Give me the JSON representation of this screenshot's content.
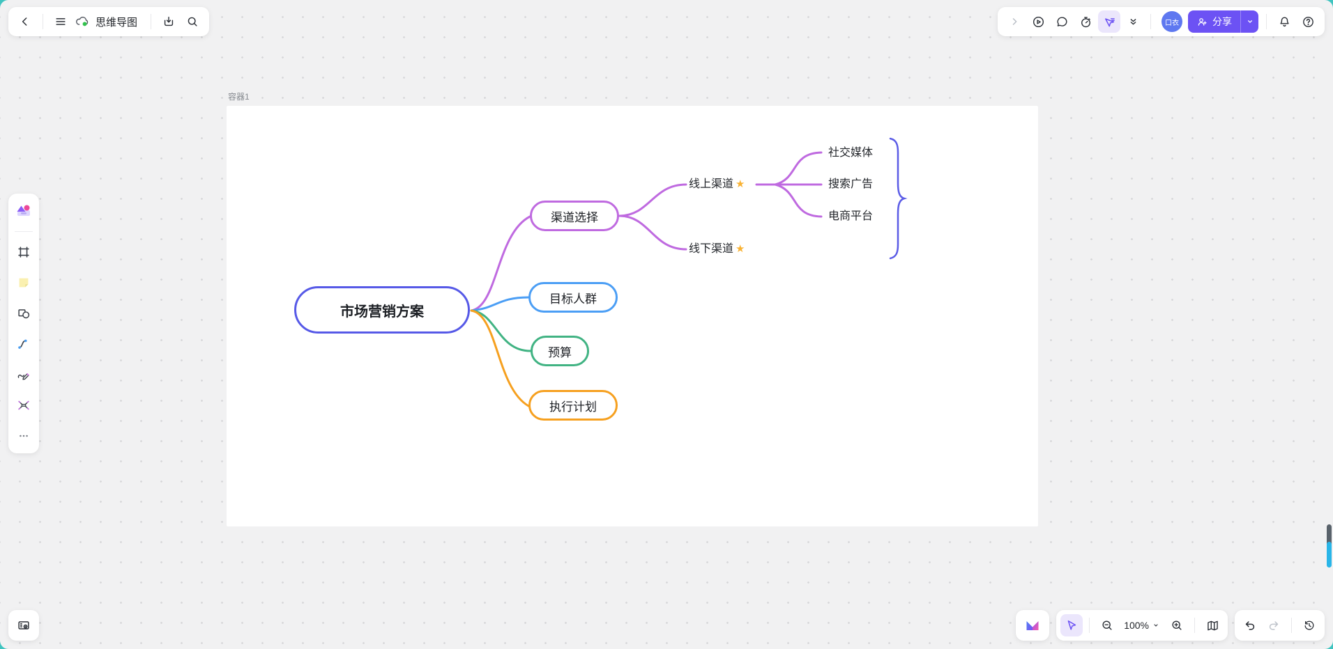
{
  "app": {
    "frame_color": "#3fc4c0",
    "surface_color": "#f1f1f2",
    "accent_color": "#6c52f4"
  },
  "top_left_toolbar": {
    "title": "思维导图",
    "icons": [
      "chevron-left",
      "hamburger-menu",
      "cloud-synced",
      "download",
      "search"
    ]
  },
  "top_right_toolbar": {
    "avatar_text": "口衣",
    "share_label": "分享",
    "icons": [
      "chevron-right",
      "play-circle",
      "comment-bubble",
      "timer",
      "laser-pointer (active)",
      "double-chevron-down",
      "bell",
      "help-circle"
    ]
  },
  "left_toolbar": {
    "icons": [
      "templates",
      "frame",
      "sticky-note",
      "shapes",
      "connector",
      "pen",
      "mindmap",
      "more-dots"
    ]
  },
  "bottom_left": {
    "icon": "presentation-settings"
  },
  "bottom_right": {
    "zoom_value": "100%",
    "icons": [
      "app-logo",
      "select-cursor (active)",
      "zoom-out",
      "zoom-in",
      "minimap",
      "undo",
      "redo (disabled)",
      "history"
    ]
  },
  "canvas": {
    "container_label": "容器1",
    "mindmap": {
      "star_glyph": "★",
      "star_color": "#f9b233",
      "brace_color": "#5b5ce6",
      "root": {
        "label": "市场营销方案",
        "color": "#5659e7"
      },
      "children": [
        {
          "label": "渠道选择",
          "color": "#bf6ae0",
          "children": [
            {
              "label": "线上渠道",
              "starred": true,
              "children": [
                "社交媒体",
                "搜索广告",
                "电商平台"
              ]
            },
            {
              "label": "线下渠道",
              "starred": true,
              "children": []
            }
          ]
        },
        {
          "label": "目标人群",
          "color": "#4b9ef5",
          "children": []
        },
        {
          "label": "预算",
          "color": "#41b383",
          "children": []
        },
        {
          "label": "执行计划",
          "color": "#f6a01f",
          "children": []
        }
      ]
    }
  }
}
